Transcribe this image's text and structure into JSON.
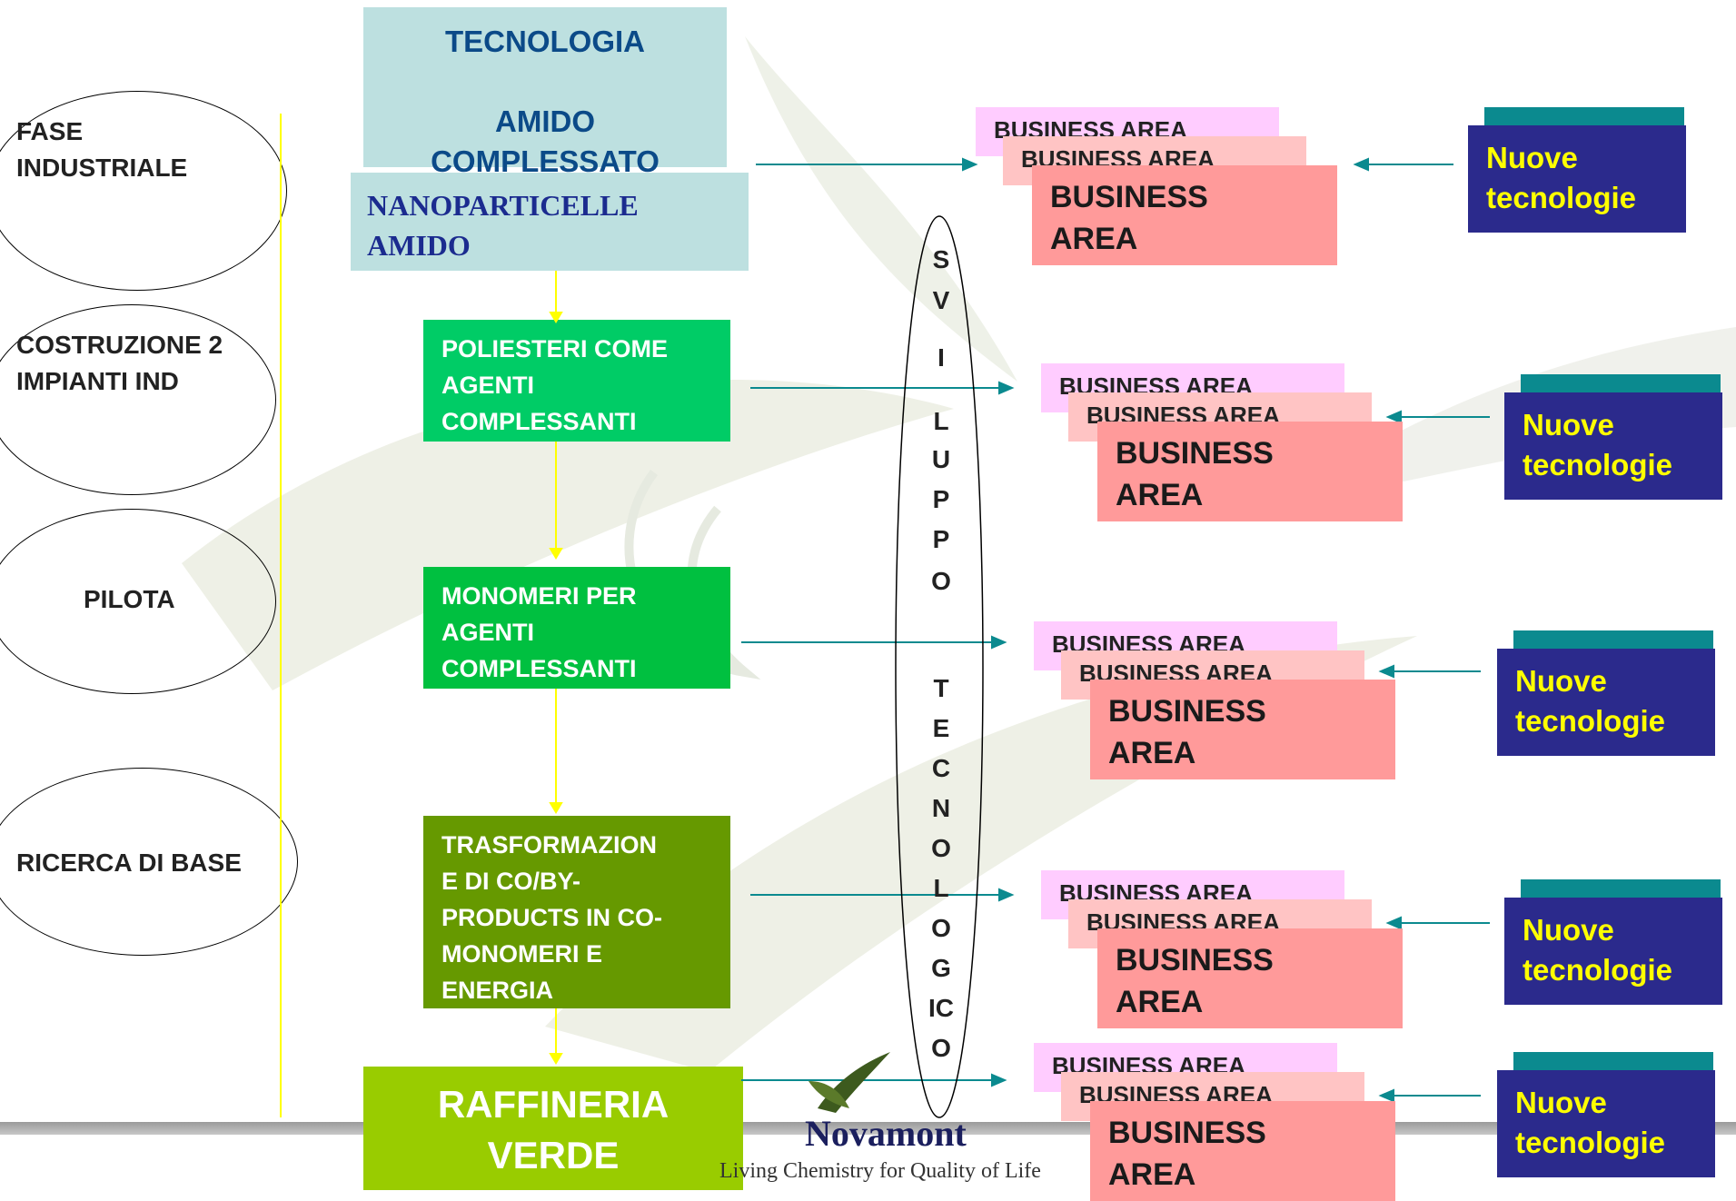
{
  "phases": [
    {
      "label": "FASE\nINDUSTRIALE"
    },
    {
      "label": "COSTRUZIONE 2\nIMPIANTI IND"
    },
    {
      "label": "PILOTA"
    },
    {
      "label": "RICERCA DI BASE"
    }
  ],
  "technology_box": {
    "label": "TECNOLOGIA\n\nAMIDO\nCOMPLESSATO"
  },
  "nano_box": {
    "label": "NANOPARTICELLE\nAMIDO"
  },
  "steps": [
    {
      "label": "POLIESTERI COME\nAGENTI\nCOMPLESSANTI"
    },
    {
      "label": "MONOMERI PER\nAGENTI\nCOMPLESSANTI"
    },
    {
      "label": "TRASFORMAZION\nE DI CO/BY-\nPRODUCTS IN CO-\nMONOMERI E\nENERGIA"
    }
  ],
  "raffineria": {
    "label": "RAFFINERIA\nVERDE"
  },
  "sviluppo_letters": [
    "S",
    "V",
    "I",
    "L",
    "U",
    "P",
    "P",
    "O",
    "",
    "T",
    "E",
    "C",
    "N",
    "O",
    "L",
    "O",
    "G",
    "IC",
    "O"
  ],
  "business_area": {
    "back_label": "BUSINESS AREA",
    "front_label": "BUSINESS\nAREA"
  },
  "new_tech": {
    "label": "Nuove\ntecnologie"
  },
  "logo": {
    "name": "Novamont",
    "tagline": "Living Chemistry for Quality of Life"
  },
  "colors": {
    "tech_box": "#bde0e0",
    "green_bright": "#00cc66",
    "green_mid": "#00c040",
    "green_dark": "#669900",
    "green_lime": "#99cc00",
    "business_front": "#ff9a9a",
    "business_mid": "#ffc4c4",
    "business_back": "#ffccff",
    "new_tech_front": "#2b2a8c",
    "new_tech_back": "#0b8a8f",
    "new_tech_text": "#ffff00",
    "arrow": "#0b8a8f",
    "yellow_line": "#ffff00"
  }
}
